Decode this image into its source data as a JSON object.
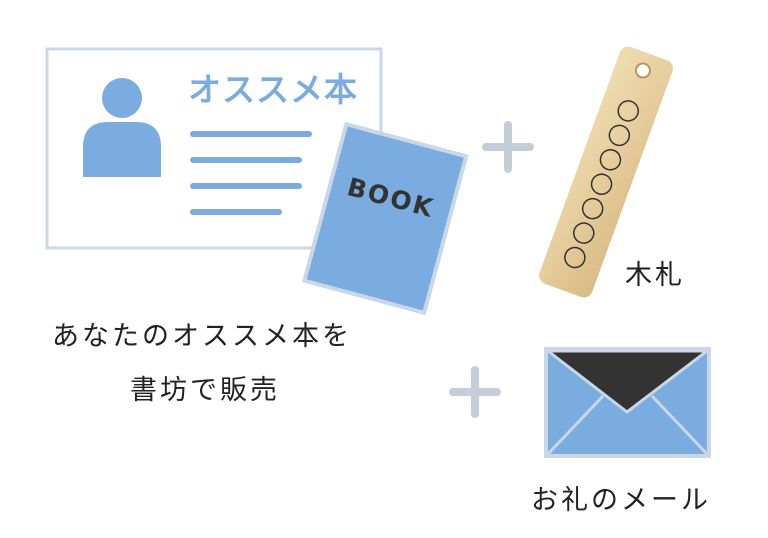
{
  "profile_card": {
    "heading": "オススメ本"
  },
  "book": {
    "label": "BOOK"
  },
  "captions": {
    "main_line1": "あなたのオススメ本を",
    "main_line2": "書坊で販売",
    "wooden_tag": "木札",
    "thank_you_mail": "お礼のメール"
  },
  "colors": {
    "blue": "#7aace0",
    "card_border": "#c9d7e6",
    "plus": "#c4ced8",
    "wood": "#e7cf9f",
    "envelope_flap": "#333333",
    "text": "#222222"
  },
  "icons": {
    "person": "person-icon",
    "plus": "plus-icon",
    "envelope": "envelope-icon",
    "wooden_tag": "wooden-tag-icon"
  }
}
